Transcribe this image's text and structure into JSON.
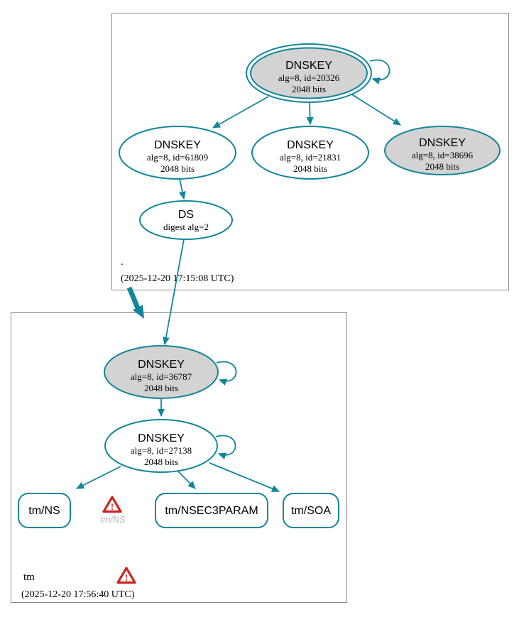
{
  "diagram": {
    "type": "dnssec-authentication-graph",
    "colors": {
      "edge_teal": "#12869c",
      "ksk_fill_gray": "#d3d3d3",
      "node_fill_white": "#ffffff",
      "zone_border_gray": "#8a8a8a",
      "warning_red": "#c9251c",
      "muted_label_gray": "#b3b3b3"
    },
    "icons": {
      "warning": "warning-triangle-icon",
      "warning_mark": "!"
    }
  },
  "zones": {
    "root": {
      "name": ".",
      "timestamp": "(2025-12-20 17:15:08 UTC)",
      "nodes": {
        "ksk_20326": {
          "title": "DNSKEY",
          "attr1": "alg=8, id=20326",
          "attr2": "2048 bits"
        },
        "zsk_61809": {
          "title": "DNSKEY",
          "attr1": "alg=8, id=61809",
          "attr2": "2048 bits"
        },
        "zsk_21831": {
          "title": "DNSKEY",
          "attr1": "alg=8, id=21831",
          "attr2": "2048 bits"
        },
        "key_38696": {
          "title": "DNSKEY",
          "attr1": "alg=8, id=38696",
          "attr2": "2048 bits"
        },
        "ds": {
          "title": "DS",
          "attr1": "digest alg=2"
        }
      }
    },
    "tm": {
      "name": "tm",
      "timestamp": "(2025-12-20 17:56:40 UTC)",
      "nodes": {
        "ksk_36787": {
          "title": "DNSKEY",
          "attr1": "alg=8, id=36787",
          "attr2": "2048 bits"
        },
        "zsk_27138": {
          "title": "DNSKEY",
          "attr1": "alg=8, id=27138",
          "attr2": "2048 bits"
        },
        "rrset_ns": {
          "label": "tm/NS"
        },
        "rrset_nsec3param": {
          "label": "tm/NSEC3PARAM"
        },
        "rrset_soa": {
          "label": "tm/SOA"
        }
      },
      "warnings": {
        "ns_label": "tm/NS",
        "mark": "!"
      }
    }
  }
}
